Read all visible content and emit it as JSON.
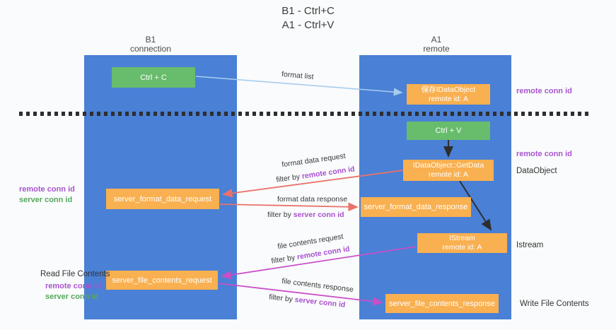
{
  "title": {
    "line1": "B1 - Ctrl+C",
    "line2": "A1 - Ctrl+V"
  },
  "lanes": {
    "left": {
      "name": "B1",
      "role": "connection"
    },
    "right": {
      "name": "A1",
      "role": "remote"
    }
  },
  "nodes": {
    "ctrl_c": {
      "label": "Ctrl + C"
    },
    "ctrl_v": {
      "label": "Ctrl + V"
    },
    "save_dataobject": {
      "line1": "保存IDataObject",
      "line2": "remote id: A"
    },
    "getdata": {
      "line1": "IDataObject::GetData",
      "line2": "remote id: A"
    },
    "istream": {
      "line1": "IStream",
      "line2": "remote id: A"
    },
    "format_request": {
      "label": "server_format_data_request"
    },
    "format_response": {
      "label": "server_format_data_response"
    },
    "file_request": {
      "label": "server_file_contents_request"
    },
    "file_response": {
      "label": "server_file_contents_response"
    }
  },
  "arrow_labels": {
    "format_list": "format list",
    "format_data_request": "format data request",
    "format_data_request_filter_prefix": "filter by ",
    "format_data_request_filter_value": "remote conn id",
    "format_data_response": "format data response",
    "format_data_response_filter_prefix": "filter by ",
    "format_data_response_filter_value": "server conn id",
    "file_contents_request": "file contents request",
    "file_contents_request_filter_prefix": "filter by ",
    "file_contents_request_filter_value": "remote conn id",
    "file_contents_response": "file contents response",
    "file_contents_response_filter_prefix": "filter by ",
    "file_contents_response_filter_value": "server conn id"
  },
  "annotations": {
    "right_remote_conn_top": "remote conn id",
    "right_remote_conn_mid": "remote conn id",
    "right_dataobject": "DataObject",
    "right_istream": "Istream",
    "right_write_file_contents": "Write File Contents",
    "left_remote_conn_top": "remote conn id",
    "left_server_conn_top": "server conn id",
    "left_read_file_contents": "Read File Contents",
    "left_remote_conn_bottom": "remote conn id",
    "left_server_conn_bottom": "server conn id"
  },
  "colors": {
    "lane_blue": "#4a80d5",
    "node_green": "#68bd6c",
    "node_orange": "#f9b050",
    "arrow_light_blue": "#a7cdee",
    "arrow_red": "#e8736b",
    "arrow_magenta": "#c94fc9",
    "arrow_black": "#2e2e2e",
    "text_purple": "#a855cd",
    "text_green": "#56a85c",
    "filter_value_purple": "#a84fd0"
  }
}
